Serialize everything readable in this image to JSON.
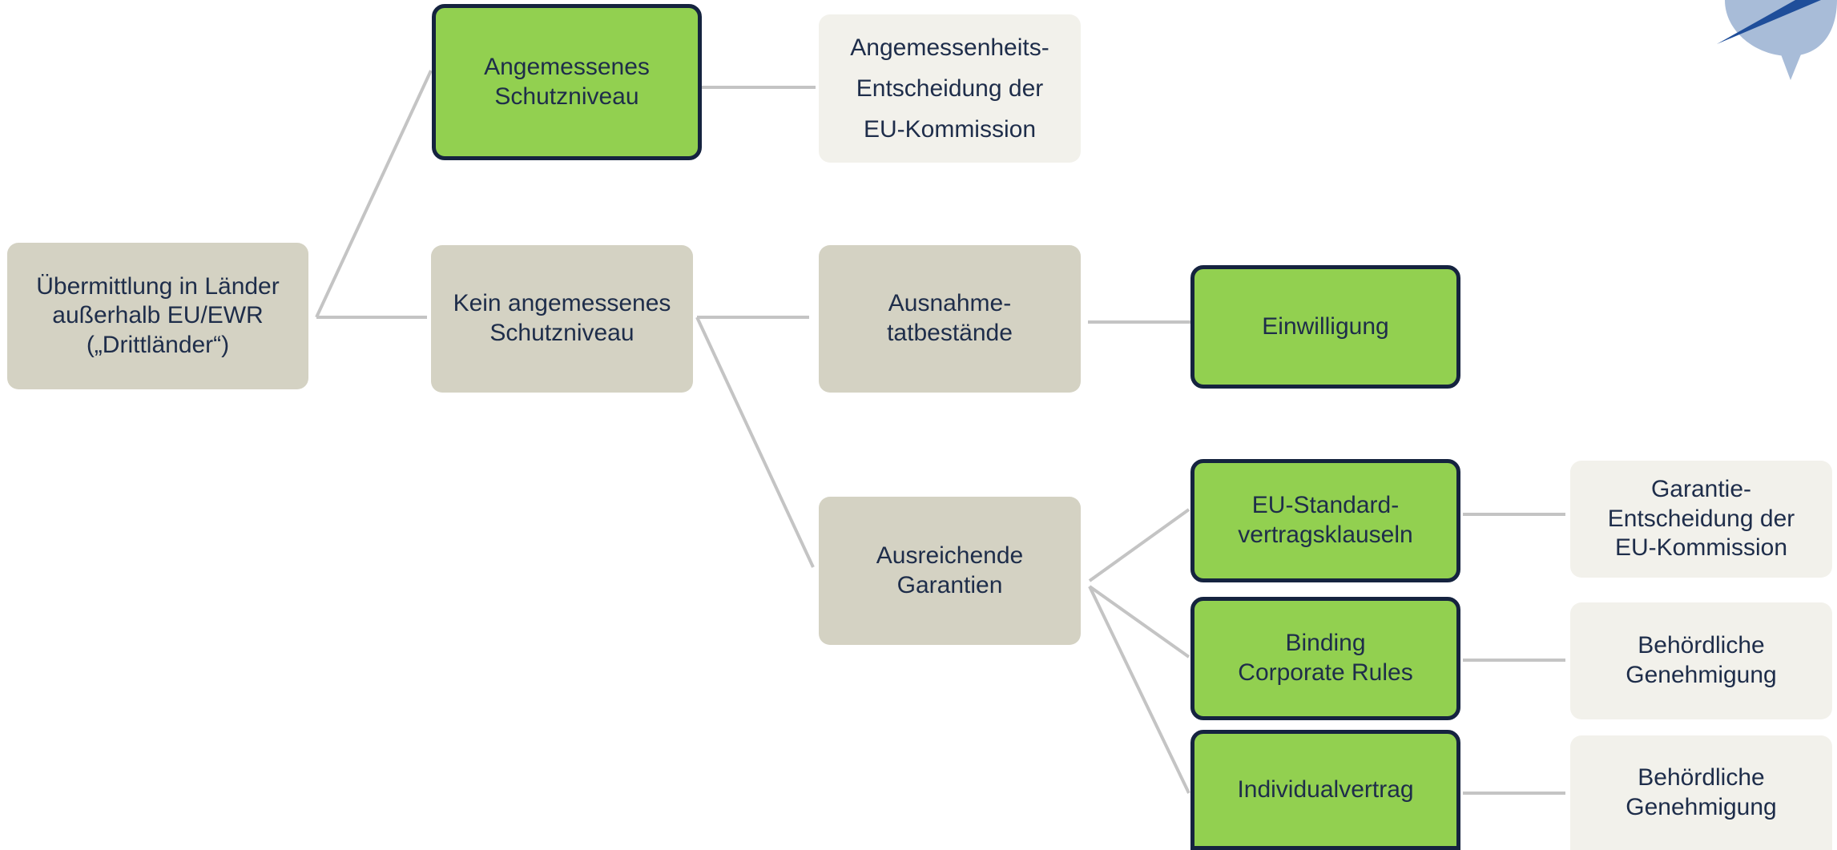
{
  "nodes": {
    "root": "Übermittlung in Länder\naußerhalb EU/EWR\n(„Drittländer“)",
    "adequate": "Angemessenes\nSchutzniveau",
    "adequacy_decision": "Angemessenheits-\nEntscheidung der\nEU-Kommission",
    "not_adequate": "Kein angemessenes\nSchutzniveau",
    "exceptions": "Ausnahme-\ntatbestände",
    "consent": "Einwilligung",
    "safeguards": "Ausreichende\nGarantien",
    "scc": "EU-Standard-\nvertragsklauseln",
    "scc_decision": "Garantie-\nEntscheidung der\nEU-Kommission",
    "bcr": "Binding\nCorporate Rules",
    "bcr_approval": "Behördliche\nGenehmigung",
    "individual": "Individualvertrag",
    "individual_approval": "Behördliche\nGenehmigung"
  },
  "colors": {
    "green_fill": "#92d050",
    "green_border": "#15233f",
    "beige": "#d4d2c3",
    "light": "#f2f1eb",
    "connector": "#c4c4c4",
    "text": "#1e2d4a",
    "logo_dark": "#1f4e9a",
    "logo_light": "#a8bcd8"
  },
  "icons": {
    "logo": "speech-bubble-logo-icon"
  }
}
